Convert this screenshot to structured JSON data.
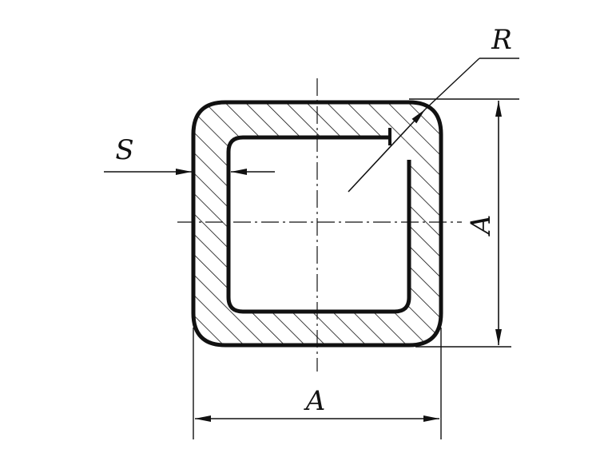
{
  "labels": {
    "radius": "R",
    "wall_thickness": "S",
    "height": "A",
    "width": "A"
  },
  "colors": {
    "ink": "#111111",
    "background": "#ffffff"
  }
}
